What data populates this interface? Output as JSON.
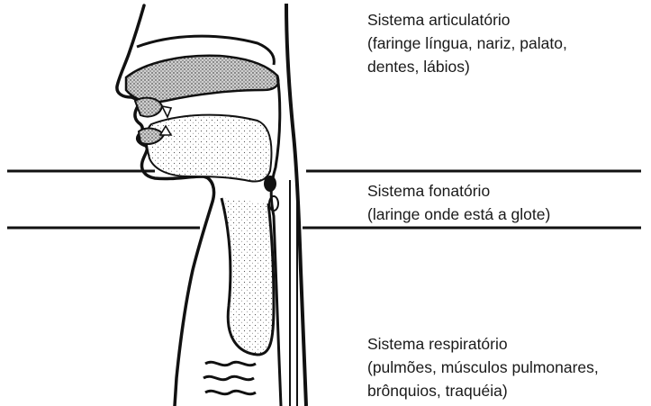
{
  "labels": {
    "articulatory": {
      "title": "Sistema articulatório",
      "line1": "(faringe língua, nariz, palato,",
      "line2": "dentes, lábios)"
    },
    "phonatory": {
      "title": "Sistema fonatório",
      "line1": "(laringe onde está a glote)"
    },
    "respiratory": {
      "title": "Sistema respiratório",
      "line1": "(pulmões, músculos pulmonares,",
      "line2": "brônquios, traquéia)"
    }
  },
  "colors": {
    "ink": "#1a1a1a",
    "background": "#ffffff"
  }
}
